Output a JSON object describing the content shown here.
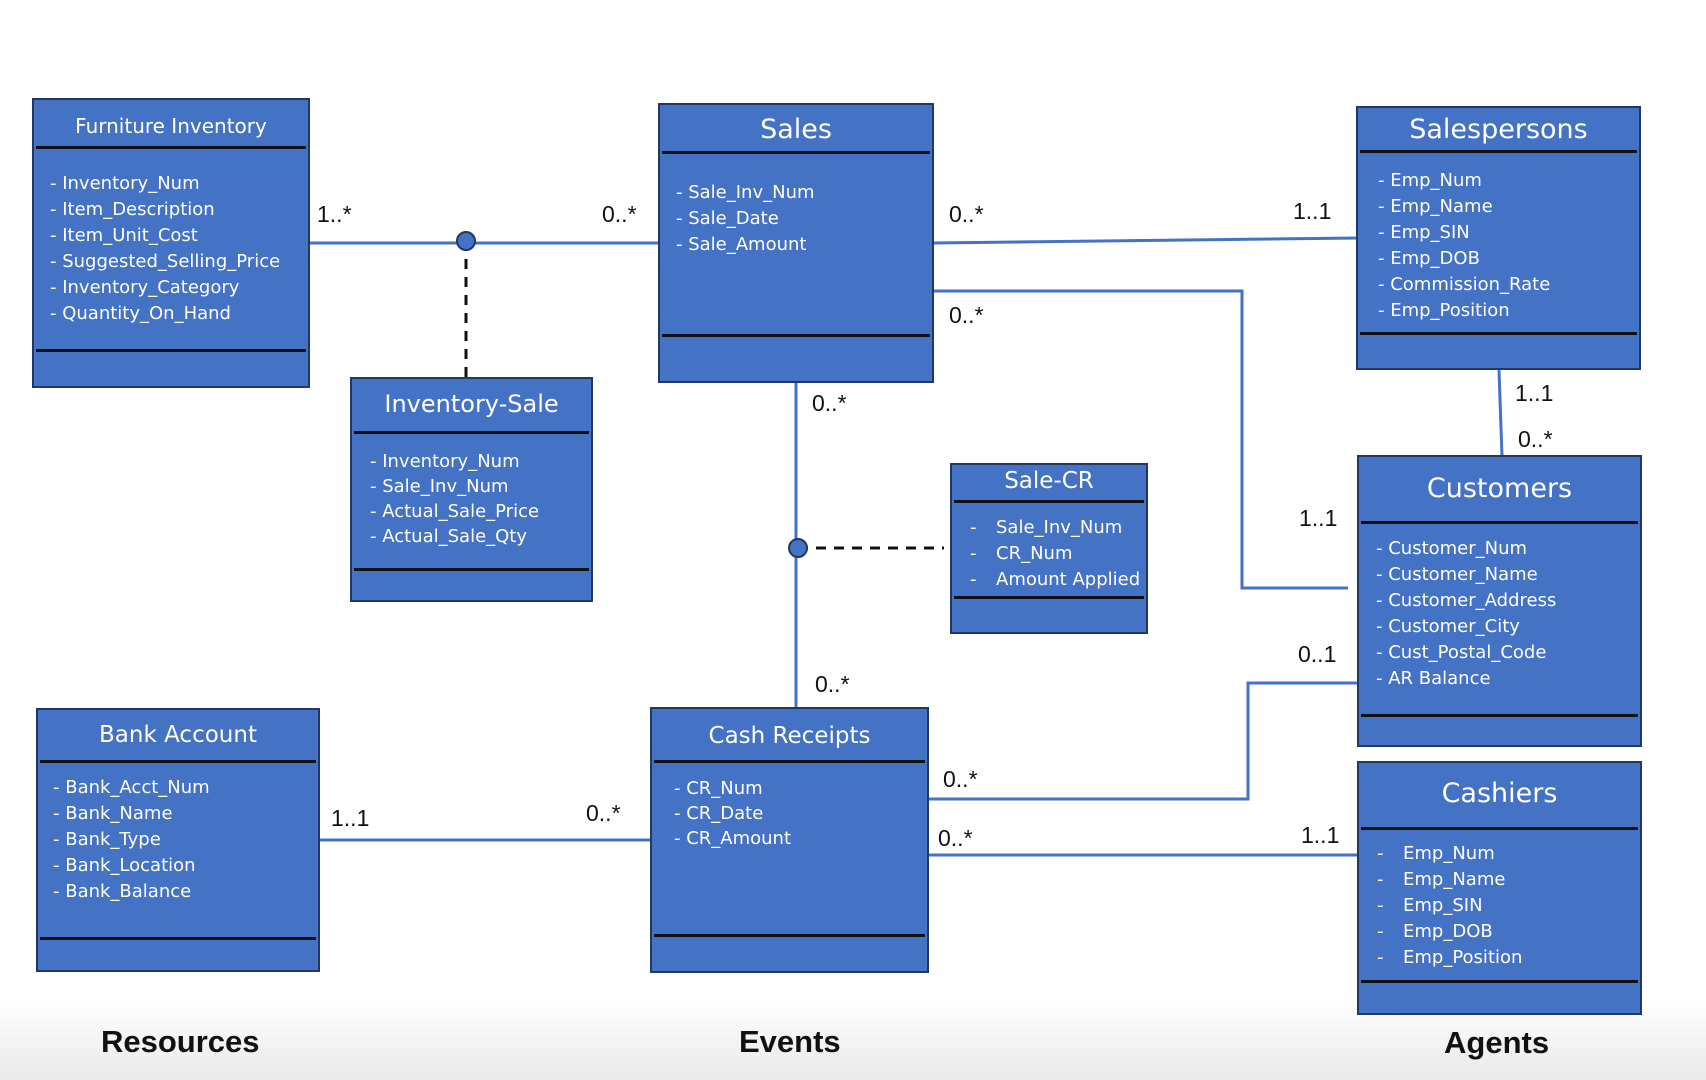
{
  "entities": {
    "furniture_inventory": {
      "title": "Furniture Inventory",
      "attributes": [
        "- Inventory_Num",
        "- Item_Description",
        "- Item_Unit_Cost",
        "- Suggested_Selling_Price",
        "- Inventory_Category",
        "- Quantity_On_Hand"
      ]
    },
    "sales": {
      "title": "Sales",
      "attributes": [
        "- Sale_Inv_Num",
        "- Sale_Date",
        "- Sale_Amount"
      ]
    },
    "salespersons": {
      "title": "Salespersons",
      "attributes": [
        "-  Emp_Num",
        "-  Emp_Name",
        "-  Emp_SIN",
        "-  Emp_DOB",
        "-  Commission_Rate",
        "-  Emp_Position"
      ]
    },
    "inventory_sale": {
      "title": "Inventory-Sale",
      "attributes": [
        "- Inventory_Num",
        "- Sale_Inv_Num",
        "- Actual_Sale_Price",
        "- Actual_Sale_Qty"
      ]
    },
    "sale_cr": {
      "title": "Sale-CR",
      "attributes": [
        "Sale_Inv_Num",
        "CR_Num",
        "Amount Applied"
      ]
    },
    "customers": {
      "title": "Customers",
      "attributes": [
        "- Customer_Num",
        "- Customer_Name",
        "- Customer_Address",
        "- Customer_City",
        "- Cust_Postal_Code",
        "- AR Balance"
      ]
    },
    "bank_account": {
      "title": "Bank Account",
      "attributes": [
        "- Bank_Acct_Num",
        "- Bank_Name",
        "- Bank_Type",
        "- Bank_Location",
        "- Bank_Balance"
      ]
    },
    "cash_receipts": {
      "title": "Cash Receipts",
      "attributes": [
        "- CR_Num",
        "- CR_Date",
        "- CR_Amount"
      ]
    },
    "cashiers": {
      "title": "Cashiers",
      "attributes": [
        "Emp_Num",
        "Emp_Name",
        "Emp_SIN",
        "Emp_DOB",
        "Emp_Position"
      ]
    }
  },
  "multiplicities": {
    "inv_sales_left": "1..*",
    "inv_sales_right": "0..*",
    "sales_salesp_left": "0..*",
    "sales_salesp_right": "1..1",
    "sales_cust_left": "0..*",
    "sales_cust_right": "1..1",
    "sales_cr_top": "0..*",
    "sales_cr_bottom": "0..*",
    "salesp_cust_top": "1..1",
    "salesp_cust_bottom": "0..*",
    "bank_cr_left": "1..1",
    "bank_cr_right": "0..*",
    "cr_cust_left": "0..*",
    "cr_cust_right": "0..1",
    "cr_cashier_left": "0..*",
    "cr_cashier_right": "1..1"
  },
  "sections": {
    "resources": "Resources",
    "events": "Events",
    "agents": "Agents"
  },
  "colors": {
    "entity_fill": "#4472c4",
    "entity_border": "#1f3864",
    "connector": "#4472c4",
    "association_link": "#111111"
  }
}
